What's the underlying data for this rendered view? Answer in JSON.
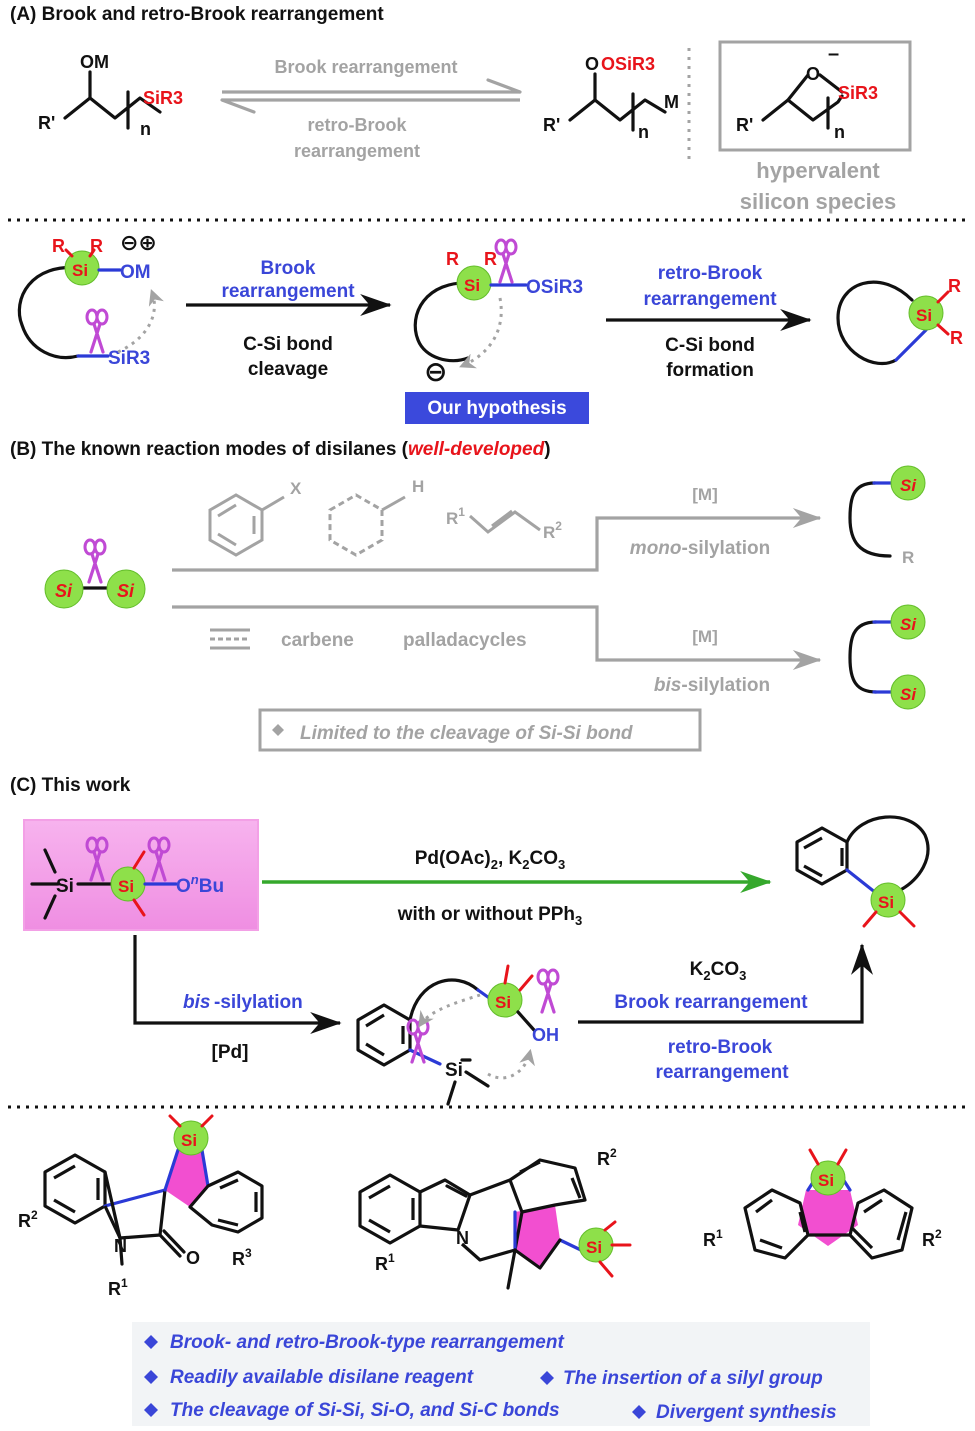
{
  "panelA": {
    "title": "(A) Brook and retro-Brook rearrangement",
    "sm": {
      "om": "OM",
      "sir3": "SiR3",
      "rp": "R'",
      "n": "n"
    },
    "arrow_top": "Brook rearrangement",
    "arrow_bottom_1": "retro-Brook",
    "arrow_bottom_2": "rearrangement",
    "prod": {
      "osir3": "OSiR3",
      "rp": "R'",
      "n": "n",
      "m": "M"
    },
    "box": {
      "o": "O",
      "minus": "–",
      "sir3": "SiR3",
      "rp": "R'",
      "n": "n"
    },
    "hyper_1": "hypervalent",
    "hyper_2": "silicon species"
  },
  "hypothesis": {
    "r": "R",
    "si": "Si",
    "om": "OM",
    "charges": "⊖⊕",
    "sir3": "SiR3",
    "step1_1": "Brook",
    "step1_2": "rearrangement",
    "step1_3": "C-Si bond",
    "step1_4": "cleavage",
    "osir3": "OSiR3",
    "anion": "⊖",
    "step2_1": "retro-Brook",
    "step2_2": "rearrangement",
    "step2_3": "C-Si bond",
    "step2_4": "formation",
    "label": "Our hypothesis"
  },
  "panelB": {
    "title_pre": "(B) The known reaction modes of disilanes (",
    "title_em": "well-developed",
    "title_post": ")",
    "x": "X",
    "h": "H",
    "r1": "R1",
    "r2": "R2",
    "m_top": "[M]",
    "mono_em": "mono",
    "mono_rest": "-silylation",
    "si": "Si",
    "r": "R",
    "carbene": "carbene",
    "palladacycles": "palladacycles",
    "m_bot": "[M]",
    "bis_em": "bis",
    "bis_rest": "-silylation",
    "limited": "Limited to the cleavage of Si-Si bond"
  },
  "panelC": {
    "title": "(C) This work",
    "si": "Si",
    "obu": "OnBu",
    "top_reagent": "Pd(OAc)2, K2CO3",
    "top_cond": "with or without PPh3",
    "bis_em": "bis",
    "bis_rest": "-silylation",
    "pd": "[Pd]",
    "oh": "OH",
    "k2co3": "K2CO3",
    "brook": "Brook rearrangement",
    "retro_1": "retro-Brook",
    "retro_2": "rearrangement"
  },
  "products": {
    "p1": {
      "r2": "R2",
      "r3": "R3",
      "r1": "R1",
      "n": "N",
      "o": "O",
      "si": "Si"
    },
    "p2": {
      "r1": "R1",
      "r2": "R2",
      "n": "N",
      "si": "Si"
    },
    "p3": {
      "r1": "R1",
      "r2": "R2",
      "si": "Si"
    }
  },
  "highlights": [
    "Brook- and retro-Brook-type rearrangement",
    "Readily available disilane reagent",
    "The insertion of  a silyl group",
    "The cleavage of Si-Si, Si-O, and Si-C bonds",
    "Divergent synthesis"
  ],
  "colors": {
    "accent_blue": "#3a46d8",
    "red": "#e8141b",
    "green_si": "#8ee04a",
    "pink": "#f24fd0",
    "grey": "#a3a3a3",
    "arrow_green": "#35a82c"
  }
}
